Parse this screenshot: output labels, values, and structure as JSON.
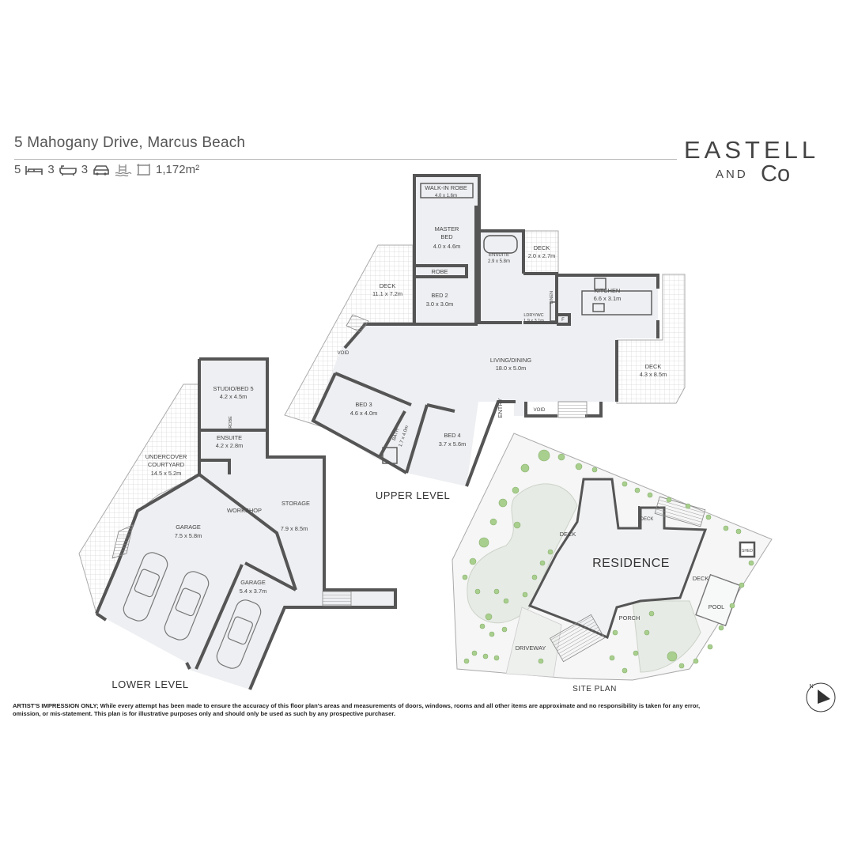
{
  "header": {
    "address": "5 Mahogany Drive, Marcus Beach",
    "beds": "5",
    "baths": "3",
    "cars": "3",
    "area": "1,172m²",
    "icons": [
      "bed-icon",
      "bath-icon",
      "car-icon",
      "pool-icon",
      "land-area-icon"
    ]
  },
  "brand": {
    "line1": "EASTELL",
    "line2": "AND",
    "line3": "Co"
  },
  "upper_level": {
    "label": "UPPER LEVEL",
    "rooms": {
      "walk_in_robe": {
        "name": "WALK-IN ROBE",
        "size": "4.0 x 1.6m"
      },
      "master_bed": {
        "name": "MASTER",
        "name2": "BED",
        "size": "4.0 x 4.6m"
      },
      "ensuite": {
        "name": "ENSUITE",
        "size": "2.9 x 5.8m"
      },
      "deck_small": {
        "name": "DECK",
        "size": "2.0 x 2.7m"
      },
      "robe": {
        "name": "ROBE"
      },
      "deck_west": {
        "name": "DECK",
        "size": "11.1 x 7.2m"
      },
      "bed2": {
        "name": "BED 2",
        "size": "3.0 x 3.0m"
      },
      "kitchen": {
        "name": "KITCHEN",
        "size": "6.6 x 3.1m"
      },
      "linen": {
        "name": "LINEN"
      },
      "f": {
        "name": "F"
      },
      "ldry": {
        "name": "LDRY/WC",
        "size": "1.9 x 3.1m"
      },
      "living": {
        "name": "LIVING/DINING",
        "size": "18.0 x 5.0m"
      },
      "deck_east": {
        "name": "DECK",
        "size": "4.3 x 8.5m"
      },
      "void1": {
        "name": "VOID"
      },
      "void2": {
        "name": "VOID"
      },
      "bed3": {
        "name": "BED 3",
        "size": "4.6 x 4.0m"
      },
      "bath": {
        "name": "BATH",
        "size": "1.7 x 4.0m"
      },
      "bed4": {
        "name": "BED 4",
        "size": "3.7 x 5.6m"
      },
      "entry": {
        "name": "ENTRY"
      }
    }
  },
  "lower_level": {
    "label": "LOWER LEVEL",
    "rooms": {
      "studio": {
        "name": "STUDIO/BED 5",
        "size": "4.2 x 4.5m"
      },
      "robe": {
        "name": "ROBE"
      },
      "ensuite": {
        "name": "ENSUITE",
        "size": "4.2 x 2.8m"
      },
      "courtyard": {
        "name": "UNDERCOVER",
        "name2": "COURTYARD",
        "size": "14.5 x 5.2m"
      },
      "workshop": {
        "name": "WORKSHOP"
      },
      "storage": {
        "name": "STORAGE",
        "size": "7.9 x 8.5m"
      },
      "garage1": {
        "name": "GARAGE",
        "size": "7.5 x 5.8m"
      },
      "garage2": {
        "name": "GARAGE",
        "size": "5.4 x 3.7m"
      }
    }
  },
  "site_plan": {
    "label": "SITE PLAN",
    "residence": "RESIDENCE",
    "deck1": "DECK",
    "deck2": "DECK",
    "deck3": "DECK",
    "pool": "POOL",
    "shed": "SHED",
    "porch": "PORCH",
    "driveway": "DRIVEWAY",
    "north": "N"
  },
  "disclaimer": "ARTIST'S IMPRESSION ONLY; While every attempt has been made to ensure the accuracy of this floor plan's areas and measurements of doors, windows, rooms and all other items are approximate and no responsibility is taken for any error, omission, or mis-statement. This plan is for illustrative purposes only and should only be used as such by any prospective purchaser.",
  "colors": {
    "wall": "#555555",
    "floor": "#eeeff2",
    "deck_hatch": "#d6d6d6",
    "tree": "#a9cf8f",
    "garden": "#e7ebe6"
  }
}
